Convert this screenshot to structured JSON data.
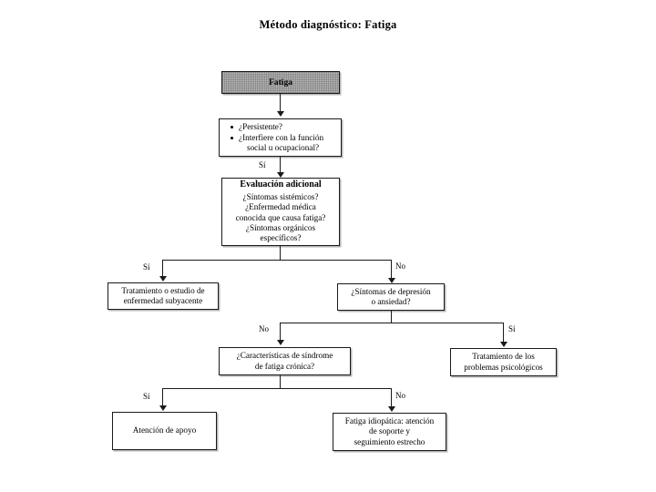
{
  "title": "Método diagnóstico: Fatiga",
  "diagram": {
    "type": "flowchart",
    "nodes": {
      "start": {
        "label": "Fatiga",
        "style": "gray-filled"
      },
      "screen": {
        "bullets": [
          "¿Persistente?",
          "¿Interfiere con la función",
          "social u ocupacional?"
        ]
      },
      "evaluation": {
        "header": "Evaluación adicional",
        "lines": [
          "¿Síntomas sistémicos?",
          "¿Enfermedad médica",
          "conocida que causa fatiga?",
          "¿Síntomas orgánicos",
          "específicos?"
        ]
      },
      "treat_underlying": {
        "lines": [
          "Tratamiento o estudio de",
          "enfermedad subyacente"
        ]
      },
      "depression": {
        "lines": [
          "¿Síntomas de depresión",
          "o ansiedad?"
        ]
      },
      "cfs": {
        "lines": [
          "¿Características de síndrome",
          "de fatiga crónica?"
        ]
      },
      "psych_treatment": {
        "lines": [
          "Tratamiento de los",
          "problemas psicológicos"
        ]
      },
      "supportive": {
        "lines": [
          "Atención de apoyo"
        ]
      },
      "idiopathic": {
        "lines": [
          "Fatiga idiopática: atención",
          "de soporte y",
          "seguimiento estrecho"
        ]
      }
    },
    "edge_labels": {
      "screen_to_evaluation": "Sí",
      "evaluation_yes": "Sí",
      "evaluation_no": "No",
      "depression_no": "No",
      "depression_yes": "Sí",
      "cfs_yes": "Sí",
      "cfs_no": "No"
    },
    "colors": {
      "stroke": "#1a1a1a",
      "start_fill": "#b9b9b9",
      "background": "#ffffff"
    }
  }
}
